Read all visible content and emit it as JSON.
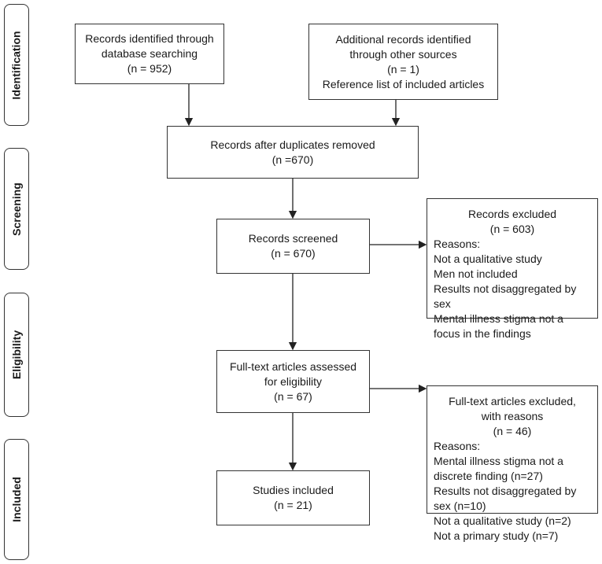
{
  "phases": [
    "Identification",
    "Screening",
    "Eligibility",
    "Included"
  ],
  "boxes": {
    "db": {
      "lines": [
        "Records identified through",
        "database searching",
        "(n = 952)"
      ]
    },
    "other": {
      "lines": [
        "Additional records identified",
        "through other sources",
        "(n = 1)",
        "Reference list of included articles"
      ]
    },
    "dedup": {
      "lines": [
        "Records after duplicates removed",
        "(n =670)"
      ]
    },
    "screened": {
      "lines": [
        "Records screened",
        "(n = 670)"
      ]
    },
    "excluded": {
      "title": "Records excluded",
      "count": "(n = 603)",
      "reasons_label": "Reasons:",
      "reasons": [
        "Not a qualitative study",
        "Men not included",
        "Results not disaggregated by sex",
        "Mental illness stigma not a focus in the findings"
      ]
    },
    "fulltext": {
      "lines": [
        "Full-text articles assessed",
        "for eligibility",
        "(n = 67)"
      ]
    },
    "ft_excluded": {
      "title": [
        "Full-text articles excluded,",
        "with reasons"
      ],
      "count": "(n = 46)",
      "reasons_label": "Reasons:",
      "reasons": [
        "Mental illness stigma not a discrete finding (n=27)",
        "Results not disaggregated by sex (n=10)",
        "Not a qualitative study (n=2)",
        "Not a primary study (n=7)"
      ]
    },
    "included": {
      "lines": [
        "Studies included",
        "(n = 21)"
      ]
    }
  }
}
